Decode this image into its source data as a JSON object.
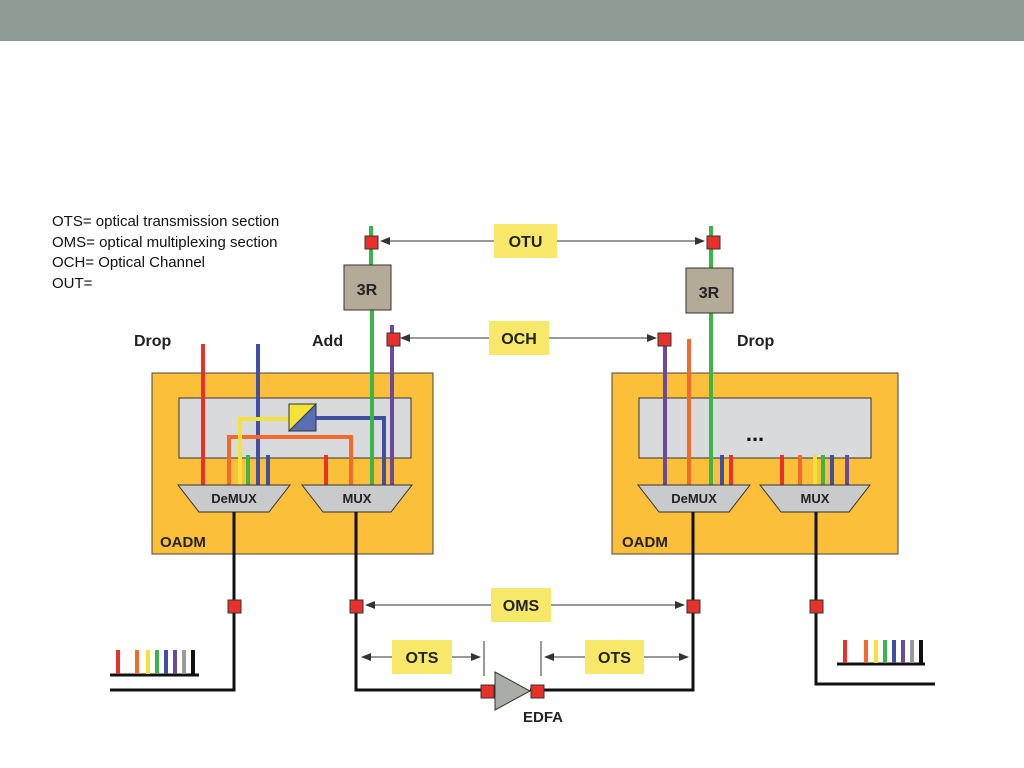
{
  "legend": [
    "OTS= optical transmission section",
    "OMS= optical multiplexing section",
    "OCH= Optical Channel",
    "OUT="
  ],
  "labels": {
    "otu": "OTU",
    "och": "OCH",
    "oms": "OMS",
    "ots_left": "OTS",
    "ots_right": "OTS",
    "regen_left": "3R",
    "regen_right": "3R",
    "drop_left": "Drop",
    "add": "Add",
    "drop_right": "Drop",
    "demux_left": "DeMUX",
    "mux_left": "MUX",
    "demux_right": "DeMUX",
    "mux_right": "MUX",
    "oadm_left": "OADM",
    "oadm_right": "OADM",
    "ellipsis": "...",
    "edfa": "EDFA"
  },
  "colors": {
    "topbar": "#8d9b93",
    "oadm_fill": "#fbbf3a",
    "label_box": "#f7e86a",
    "regen_box": "#b3aa98",
    "marker": "#e8312a",
    "red": "#e8312a",
    "orange": "#f26b2c",
    "yellow": "#f2e23a",
    "green": "#3ab54a",
    "blue": "#3f4fa3",
    "purple": "#6a4a9e",
    "gray": "#9a9a9a"
  }
}
